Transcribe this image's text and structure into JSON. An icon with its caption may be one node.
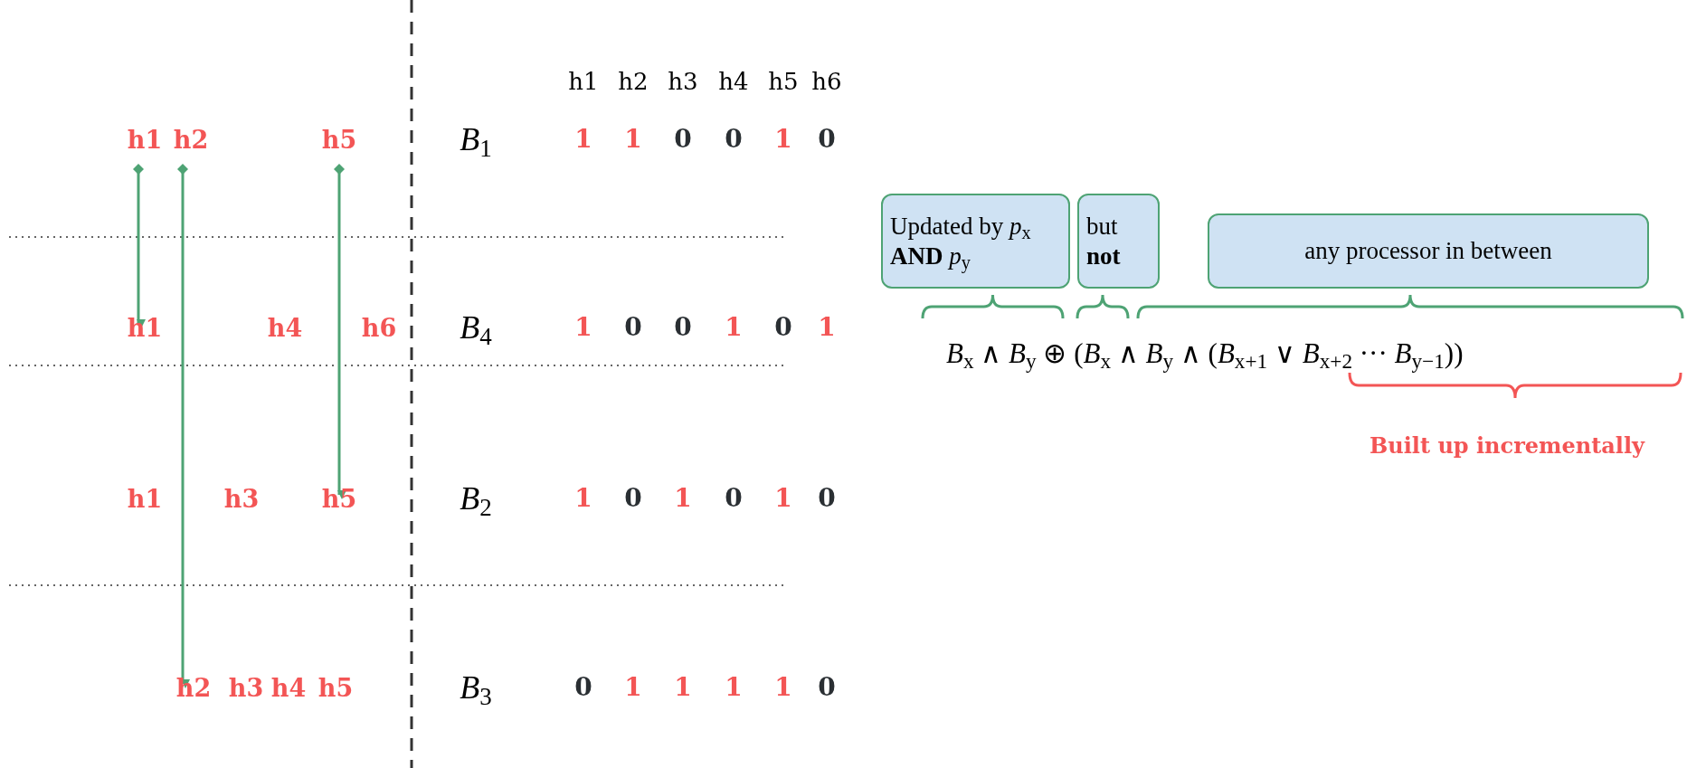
{
  "diagram": {
    "nodes": [
      {
        "text": [
          "h1"
        ]
      },
      {
        "text": [
          "h2"
        ]
      },
      {
        "text": [
          "h5"
        ]
      },
      {
        "text": [
          "h1"
        ]
      },
      {
        "text": [
          "h5"
        ]
      },
      {
        "text": [
          "h2"
        ]
      },
      {
        "text": [
          "Updated by *p*$_{x}$ **AND** *p*$_{y}$"
        ]
      },
      {
        "text": [
          "but **not**"
        ]
      },
      {
        "text": [
          "any processor in between"
        ]
      }
    ],
    "edges": [
      {
        "from": 0,
        "to": 3,
        "arrow": "to"
      },
      {
        "from": 1,
        "to": 5,
        "arrow": "to"
      },
      {
        "from": 2,
        "to": 4,
        "arrow": "to"
      }
    ],
    "labels": [
      "h1",
      "h2",
      "h3",
      "h4",
      "h5",
      "h6",
      "*B*$_{1}$",
      "1",
      "1",
      "0",
      "0",
      "1",
      "0",
      "h4",
      "h6",
      "*B*$_{4}$",
      "1",
      "0",
      "0",
      "1",
      "0",
      "1",
      "h1",
      "h3",
      "*B*$_{2}$",
      "1",
      "0",
      "1",
      "0",
      "1",
      "0",
      "h3",
      "h4",
      "h5",
      "*B*$_{3}$",
      "0",
      "1",
      "1",
      "1",
      "1",
      "0",
      "*B*$_{x}$ ∧ *B*$_{y}$ ⊕ (*B*$_{x}$ ∧ *B*$_{y}$ ∧ (*B*$_{x+1}$ ∨ *B*$_{x+2}$ ··· *B*$_{y−1}$))",
      "Built up incrementally"
    ]
  }
}
